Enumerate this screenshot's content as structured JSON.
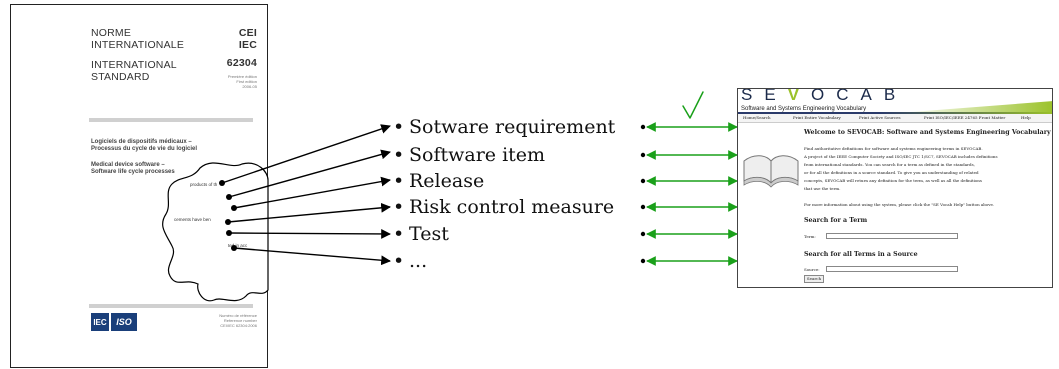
{
  "document": {
    "norme": "NORME",
    "internationale": "INTERNATIONALE",
    "international": "INTERNATIONAL",
    "standard": "STANDARD",
    "cei": "CEI",
    "iec": "IEC",
    "number": "62304",
    "edition_lines": [
      "Première édition",
      "First edition",
      "2006-05"
    ],
    "title_fr": [
      "Logiciels de dispositifs médicaux –",
      "Processus du cycle de vie du logiciel"
    ],
    "title_en": [
      "Medical device software –",
      "Software life cycle processes"
    ],
    "fragments": [
      "products of th",
      "cements have ben",
      "ted in acc"
    ],
    "logo_iec": "IEC",
    "logo_iso": "ISO",
    "reference_lines": [
      "Numéro de référence",
      "Reference number",
      "CEI/IEC 62304:2006"
    ]
  },
  "terms": [
    "Sotware requirement",
    "Software item",
    "Release",
    "Risk control measure",
    "Test",
    "..."
  ],
  "check_mark": "√",
  "sevocab": {
    "logo_letters": [
      "S",
      "E",
      "V",
      "O",
      "C",
      "A",
      "B"
    ],
    "subtitle": "Software and Systems Engineering Vocabulary",
    "nav": [
      "Home/Search",
      "Print Entire Vocabulary",
      "Print Active Sources",
      "Print ISO/IEC/IEEE 24765 Front Matter",
      "Help"
    ],
    "welcome": "Welcome to SEVOCAB: Software and Systems Engineering Vocabulary",
    "intro_lines": [
      "Find authoritative definitions for software and systems engineering terms in SEVOCAB.",
      "A project of the IEEE Computer Society and ISO/IEC JTC 1/SC7, SEVOCAB includes definitions",
      "from international standards. You can search for a term as defined in the standards,",
      "or for all the definitions in a source standard. To give you an understanding of related",
      "concepts, SEVOCAB will return any definition for the term, as well as all the definitions",
      "that use the term."
    ],
    "help_line": "For more information about using the system, please click the \"SE Vocab Help\" button above.",
    "search_term_heading": "Search for a Term",
    "term_label": "Term:",
    "search_source_heading": "Search for all Terms in a Source",
    "source_label": "Source:",
    "search_button": "Search"
  },
  "colors": {
    "arrow_black": "#000000",
    "arrow_green": "#1aa01a",
    "sevocab_navy": "#1b2a4a",
    "sevocab_green": "#9bc22a"
  }
}
